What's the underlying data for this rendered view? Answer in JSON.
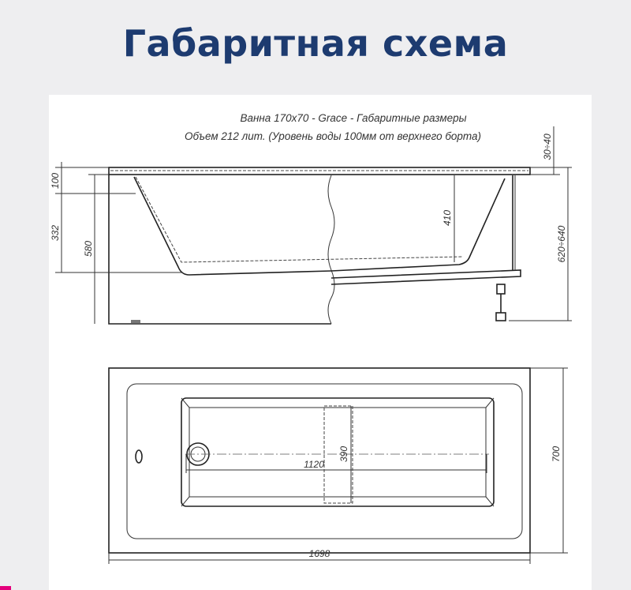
{
  "header": {
    "title": "Габаритная схема"
  },
  "drawing": {
    "caption_line1": "Ванна 170x70 - Grace - Габаритные размеры",
    "caption_line2": "Объем 212 лит. (Уровень воды 100мм от верхнего борта)",
    "side_view": {
      "dim_rim": "100",
      "dim_depth_left": "332",
      "dim_panel_height": "580",
      "dim_inner_depth": "410",
      "dim_total_height": "620÷640",
      "dim_leg_adjust": "30÷40"
    },
    "top_view": {
      "dim_bottom_length": "1120",
      "dim_bottom_width": "390",
      "dim_width": "700",
      "dim_length": "1698"
    }
  }
}
